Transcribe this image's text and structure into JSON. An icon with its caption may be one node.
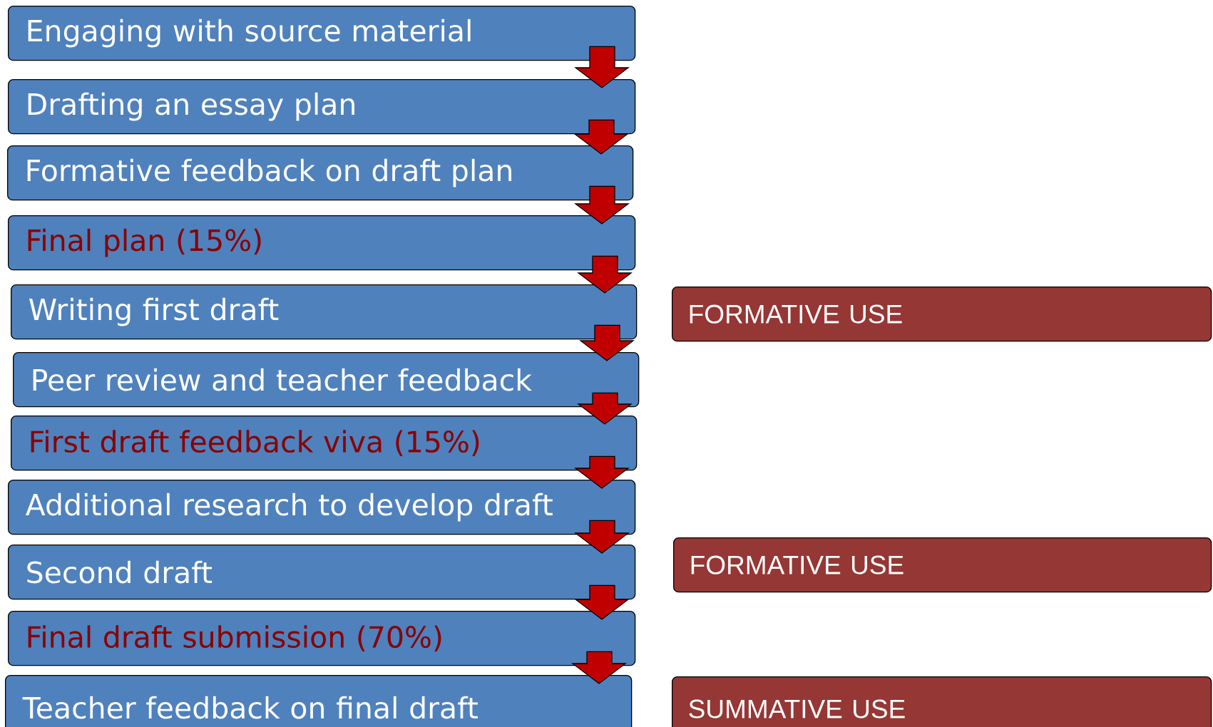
{
  "diagram": {
    "nodes": [
      {
        "text": [
          "Engaging with source material"
        ]
      },
      {
        "text": [
          "Drafting an essay plan"
        ]
      },
      {
        "text": [
          "Formative feedback on draft plan"
        ]
      },
      {
        "text": [
          "Final plan (15%)"
        ]
      },
      {
        "text": [
          "Writing first draft"
        ]
      },
      {
        "text": [
          "Peer review and teacher feedback"
        ]
      },
      {
        "text": [
          "First draft feedback viva (15%)"
        ]
      },
      {
        "text": [
          "Additional research to develop draft"
        ]
      },
      {
        "text": [
          "Second draft"
        ]
      },
      {
        "text": [
          "Final draft submission (70%)"
        ]
      },
      {
        "text": [
          "Teacher feedback on final draft"
        ]
      },
      {
        "text": [
          "FORMATIVE USE"
        ]
      },
      {
        "text": [
          "FORMATIVE USE"
        ]
      },
      {
        "text": [
          "SUMMATIVE USE"
        ]
      }
    ],
    "edges": [
      {
        "from": 0,
        "to": 1,
        "arrow": "to"
      },
      {
        "from": 1,
        "to": 2,
        "arrow": "to"
      },
      {
        "from": 2,
        "to": 3,
        "arrow": "to"
      },
      {
        "from": 3,
        "to": 4,
        "arrow": "to"
      },
      {
        "from": 4,
        "to": 5,
        "arrow": "to"
      },
      {
        "from": 5,
        "to": 6,
        "arrow": "to"
      },
      {
        "from": 6,
        "to": 7,
        "arrow": "to"
      },
      {
        "from": 7,
        "to": 8,
        "arrow": "to"
      },
      {
        "from": 8,
        "to": 9,
        "arrow": "to"
      },
      {
        "from": 9,
        "to": 10,
        "arrow": "to"
      }
    ]
  }
}
